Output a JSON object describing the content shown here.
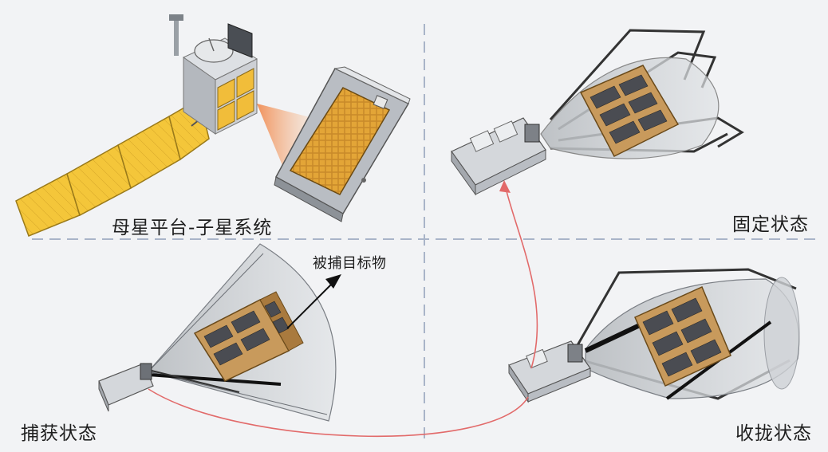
{
  "labels": {
    "system": "母星平台-子星系统",
    "fixed": "固定状态",
    "capture": "捕获状态",
    "target": "被捕目标物",
    "retract": "收拢状态"
  },
  "colors": {
    "background": "#f2f3f5",
    "divider": "#a9b4c8",
    "solar_panel": "#f2c230",
    "satellite_body": "#c4c8ce",
    "cubesat_frame": "#c89a5c",
    "net": "#9aa0a6",
    "trajectory": "#e26a6a",
    "beam": "#f0a060"
  }
}
